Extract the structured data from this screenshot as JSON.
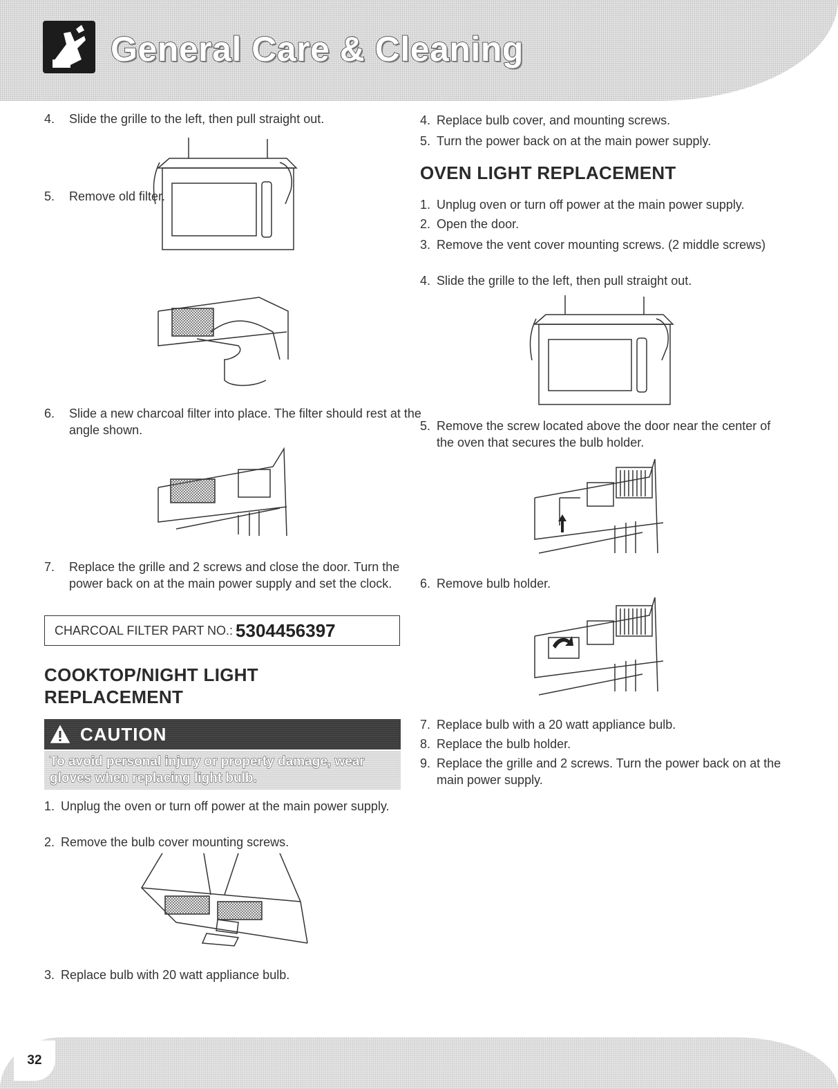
{
  "header": {
    "title": "General Care & Cleaning"
  },
  "left": {
    "steps_top": [
      {
        "num": "4.",
        "text": "Slide the grille to the left, then pull straight out."
      },
      {
        "num": "5.",
        "text": "Remove old filter."
      },
      {
        "num": "6.",
        "text": "Slide a new charcoal filter into place. The filter should rest at the angle shown."
      },
      {
        "num": "7.",
        "text": "Replace the grille and 2 screws and close the door. Turn the power back on at the main power supply and set the clock."
      }
    ],
    "part_box": {
      "label": "CHARCOAL FILTER PART NO.:",
      "number": "5304456397"
    },
    "heading": "COOKTOP/NIGHT LIGHT REPLACEMENT",
    "caution": {
      "title": "CAUTION",
      "text": "To avoid personal injury or property damage, wear gloves when replacing light bulb."
    },
    "steps_bottom": [
      {
        "num": "1.",
        "text": "Unplug the oven or turn off power at the main power supply."
      },
      {
        "num": "2.",
        "text": "Remove the bulb cover mounting screws."
      },
      {
        "num": "3.",
        "text": "Replace bulb with 20 watt appliance bulb."
      }
    ]
  },
  "right": {
    "steps_top": [
      {
        "num": "4.",
        "text": "Replace bulb cover, and mounting screws."
      },
      {
        "num": "5.",
        "text": "Turn the power back on at the main power supply."
      }
    ],
    "heading": "OVEN LIGHT REPLACEMENT",
    "steps": [
      {
        "num": "1.",
        "text": "Unplug oven or turn off power at the main power supply."
      },
      {
        "num": "2.",
        "text": "Open the door."
      },
      {
        "num": "3.",
        "text": "Remove the vent cover mounting screws. (2 middle screws)"
      },
      {
        "num": "4.",
        "text": "Slide the grille to the left, then pull straight out."
      },
      {
        "num": "5.",
        "text": "Remove the screw located above the door near the center of the oven that secures the bulb holder."
      },
      {
        "num": "6.",
        "text": "Remove bulb holder."
      },
      {
        "num": "7.",
        "text": "Replace bulb with a 20 watt appliance bulb."
      },
      {
        "num": "8.",
        "text": "Replace the bulb holder."
      },
      {
        "num": "9.",
        "text": "Replace the grille and 2 screws. Turn the power back on at the main power supply."
      }
    ]
  },
  "footer": {
    "page_number": "32"
  }
}
